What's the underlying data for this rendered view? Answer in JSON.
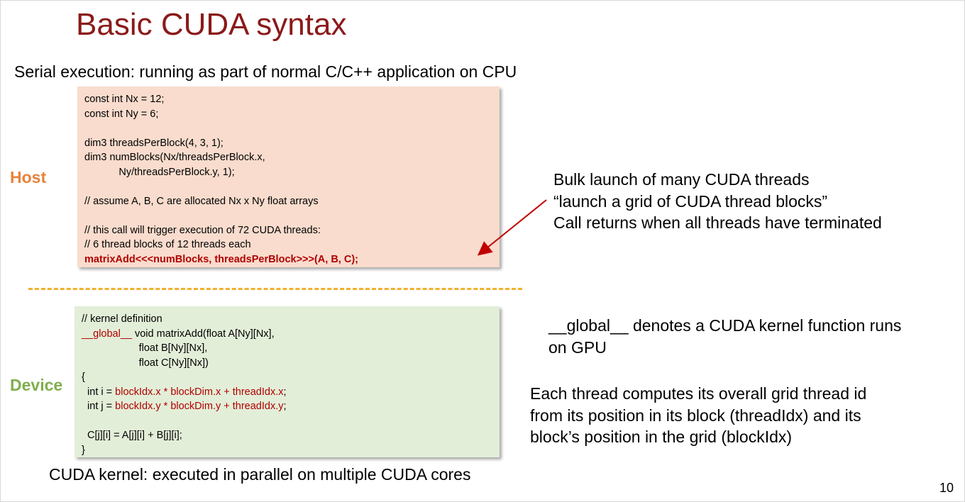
{
  "slide": {
    "title": "Basic CUDA syntax",
    "subtitle": "Serial execution: running as part of normal C/C++ application on CPU",
    "host_label": "Host",
    "device_label": "Device",
    "bottom_caption": "CUDA kernel: executed in parallel on multiple CUDA cores",
    "page_number": "10"
  },
  "host_code": {
    "lines": [
      "const int Nx = 12;",
      "const int Ny = 6;",
      "",
      "dim3 threadsPerBlock(4, 3, 1);",
      "dim3 numBlocks(Nx/threadsPerBlock.x,",
      "            Ny/threadsPerBlock.y, 1);",
      "",
      "// assume A, B, C are allocated Nx x Ny float arrays",
      "",
      "// this call will trigger execution of 72 CUDA threads:",
      "// 6 thread blocks of 12 threads each"
    ],
    "launch_line": "matrixAdd<<<numBlocks, threadsPerBlock>>>(A, B, C);"
  },
  "device_code": {
    "comment": "// kernel definition",
    "global_kw": "__global__",
    "signature": " void matrixAdd(float A[Ny][Nx],",
    "param2": "                    float B[Ny][Nx],",
    "param3": "                    float C[Ny][Nx])",
    "open_brace": "{",
    "i_prefix": "  int i = ",
    "i_expr": "blockIdx.x * blockDim.x + threadIdx.x",
    "j_prefix": "  int j = ",
    "j_expr": "blockIdx.y * blockDim.y + threadIdx.y",
    "semicolon": ";",
    "blank": "",
    "assign": "  C[j][i] = A[j][i] + B[j][i];",
    "close_brace": "}"
  },
  "callouts": {
    "launch": [
      "Bulk launch of many CUDA threads",
      "“launch a grid of CUDA thread blocks”",
      "Call returns when all threads have terminated"
    ],
    "global": [
      "__global__ denotes a CUDA kernel function runs",
      "on GPU"
    ],
    "thread_id": [
      "Each thread computes its overall grid thread id",
      "from its position in its block (threadIdx) and its",
      "block’s position in the grid (blockIdx)"
    ]
  },
  "colors": {
    "title": "#8b1a1a",
    "host_label": "#e8823c",
    "device_label": "#7fae4c",
    "host_box": "#f9dccd",
    "device_box": "#e3eed8",
    "code_red": "#b00000",
    "divider": "#f0b030",
    "arrow": "#c00000"
  }
}
